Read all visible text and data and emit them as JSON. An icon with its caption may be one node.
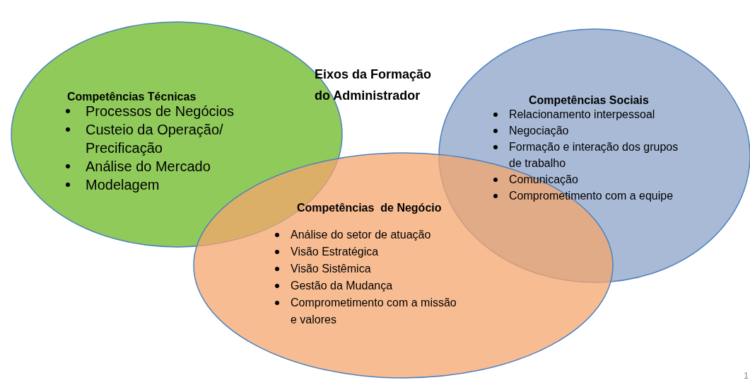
{
  "diagram": {
    "title": "Eixos da Formação do Administrador",
    "nodes": [
      {
        "text": [
          "Competências Técnicas",
          "Processos de Negócios",
          "Custeio da Operação/ Precificação",
          "Análise do Mercado",
          "Modelagem"
        ]
      },
      {
        "text": [
          "Competências Sociais",
          "Relacionamento interpessoal",
          "Negociação",
          "Formação e interação dos grupos de trabalho",
          "Comunicação",
          "Comprometimento com a equipe"
        ]
      },
      {
        "text": [
          "Competências  de Negócio",
          "Análise do setor de atuação",
          "Visão Estratégica",
          "Visão Sistêmica",
          "Gestão da Mudança",
          "Comprometimento com a missão e valores"
        ]
      }
    ],
    "labels": [
      "1"
    ]
  }
}
